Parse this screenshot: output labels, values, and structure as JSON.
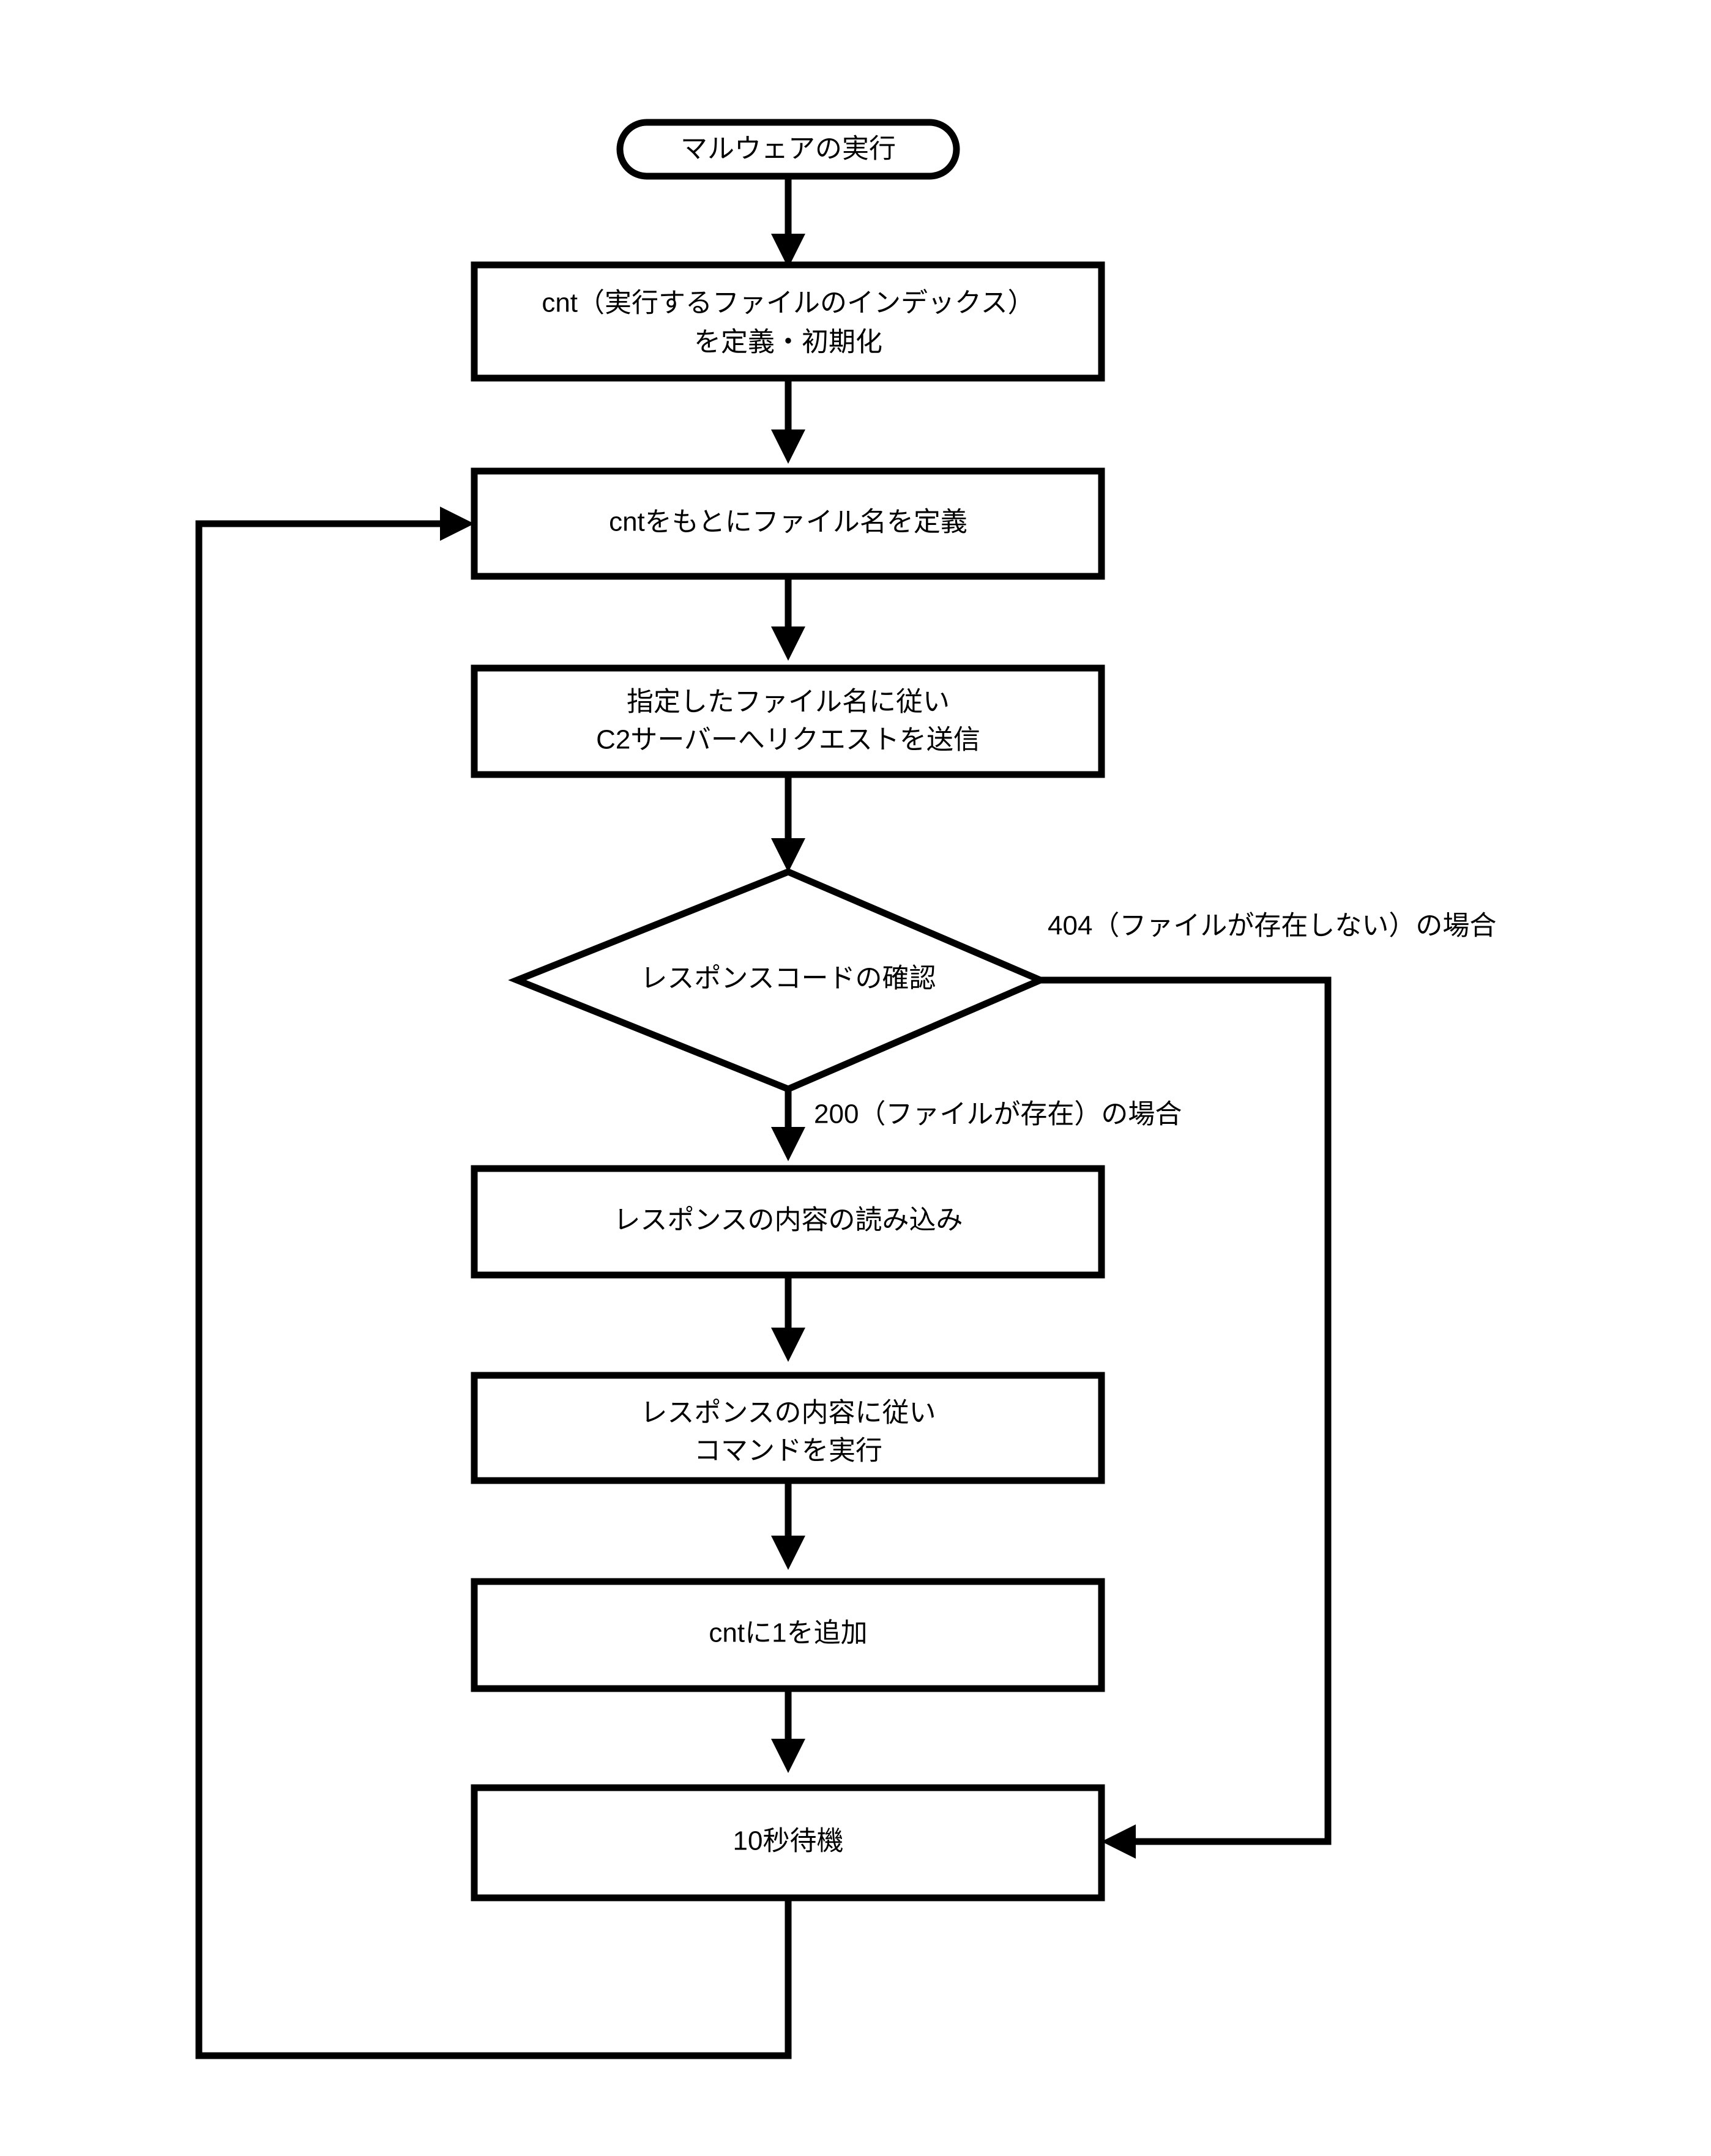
{
  "diagram": {
    "type": "flowchart",
    "title": "",
    "orientation": "top-to-bottom",
    "background_color": "#ffffff",
    "line_color": "#000000",
    "text_color": "#000000",
    "nodes": [
      {
        "id": "start",
        "shape": "terminator",
        "lines": [
          "マルウェアの実行"
        ]
      },
      {
        "id": "init-cnt",
        "shape": "process",
        "lines": [
          "cnt（実行するファイルのインデックス）",
          "を定義・初期化"
        ]
      },
      {
        "id": "define-filename",
        "shape": "process",
        "lines": [
          "cntをもとにファイル名を定義"
        ]
      },
      {
        "id": "send-request",
        "shape": "process",
        "lines": [
          "指定したファイル名に従い",
          "C2サーバーへリクエストを送信"
        ]
      },
      {
        "id": "check-response-code",
        "shape": "decision",
        "lines": [
          "レスポンスコードの確認"
        ]
      },
      {
        "id": "read-response",
        "shape": "process",
        "lines": [
          "レスポンスの内容の読み込み"
        ]
      },
      {
        "id": "execute-command",
        "shape": "process",
        "lines": [
          "レスポンスの内容に従い",
          "コマンドを実行"
        ]
      },
      {
        "id": "increment-cnt",
        "shape": "process",
        "lines": [
          "cntに1を追加"
        ]
      },
      {
        "id": "wait-10s",
        "shape": "process",
        "lines": [
          "10秒待機"
        ]
      }
    ],
    "edge_labels": {
      "branch_404": "404（ファイルが存在しない）の場合",
      "branch_200": "200（ファイルが存在）の場合"
    }
  }
}
